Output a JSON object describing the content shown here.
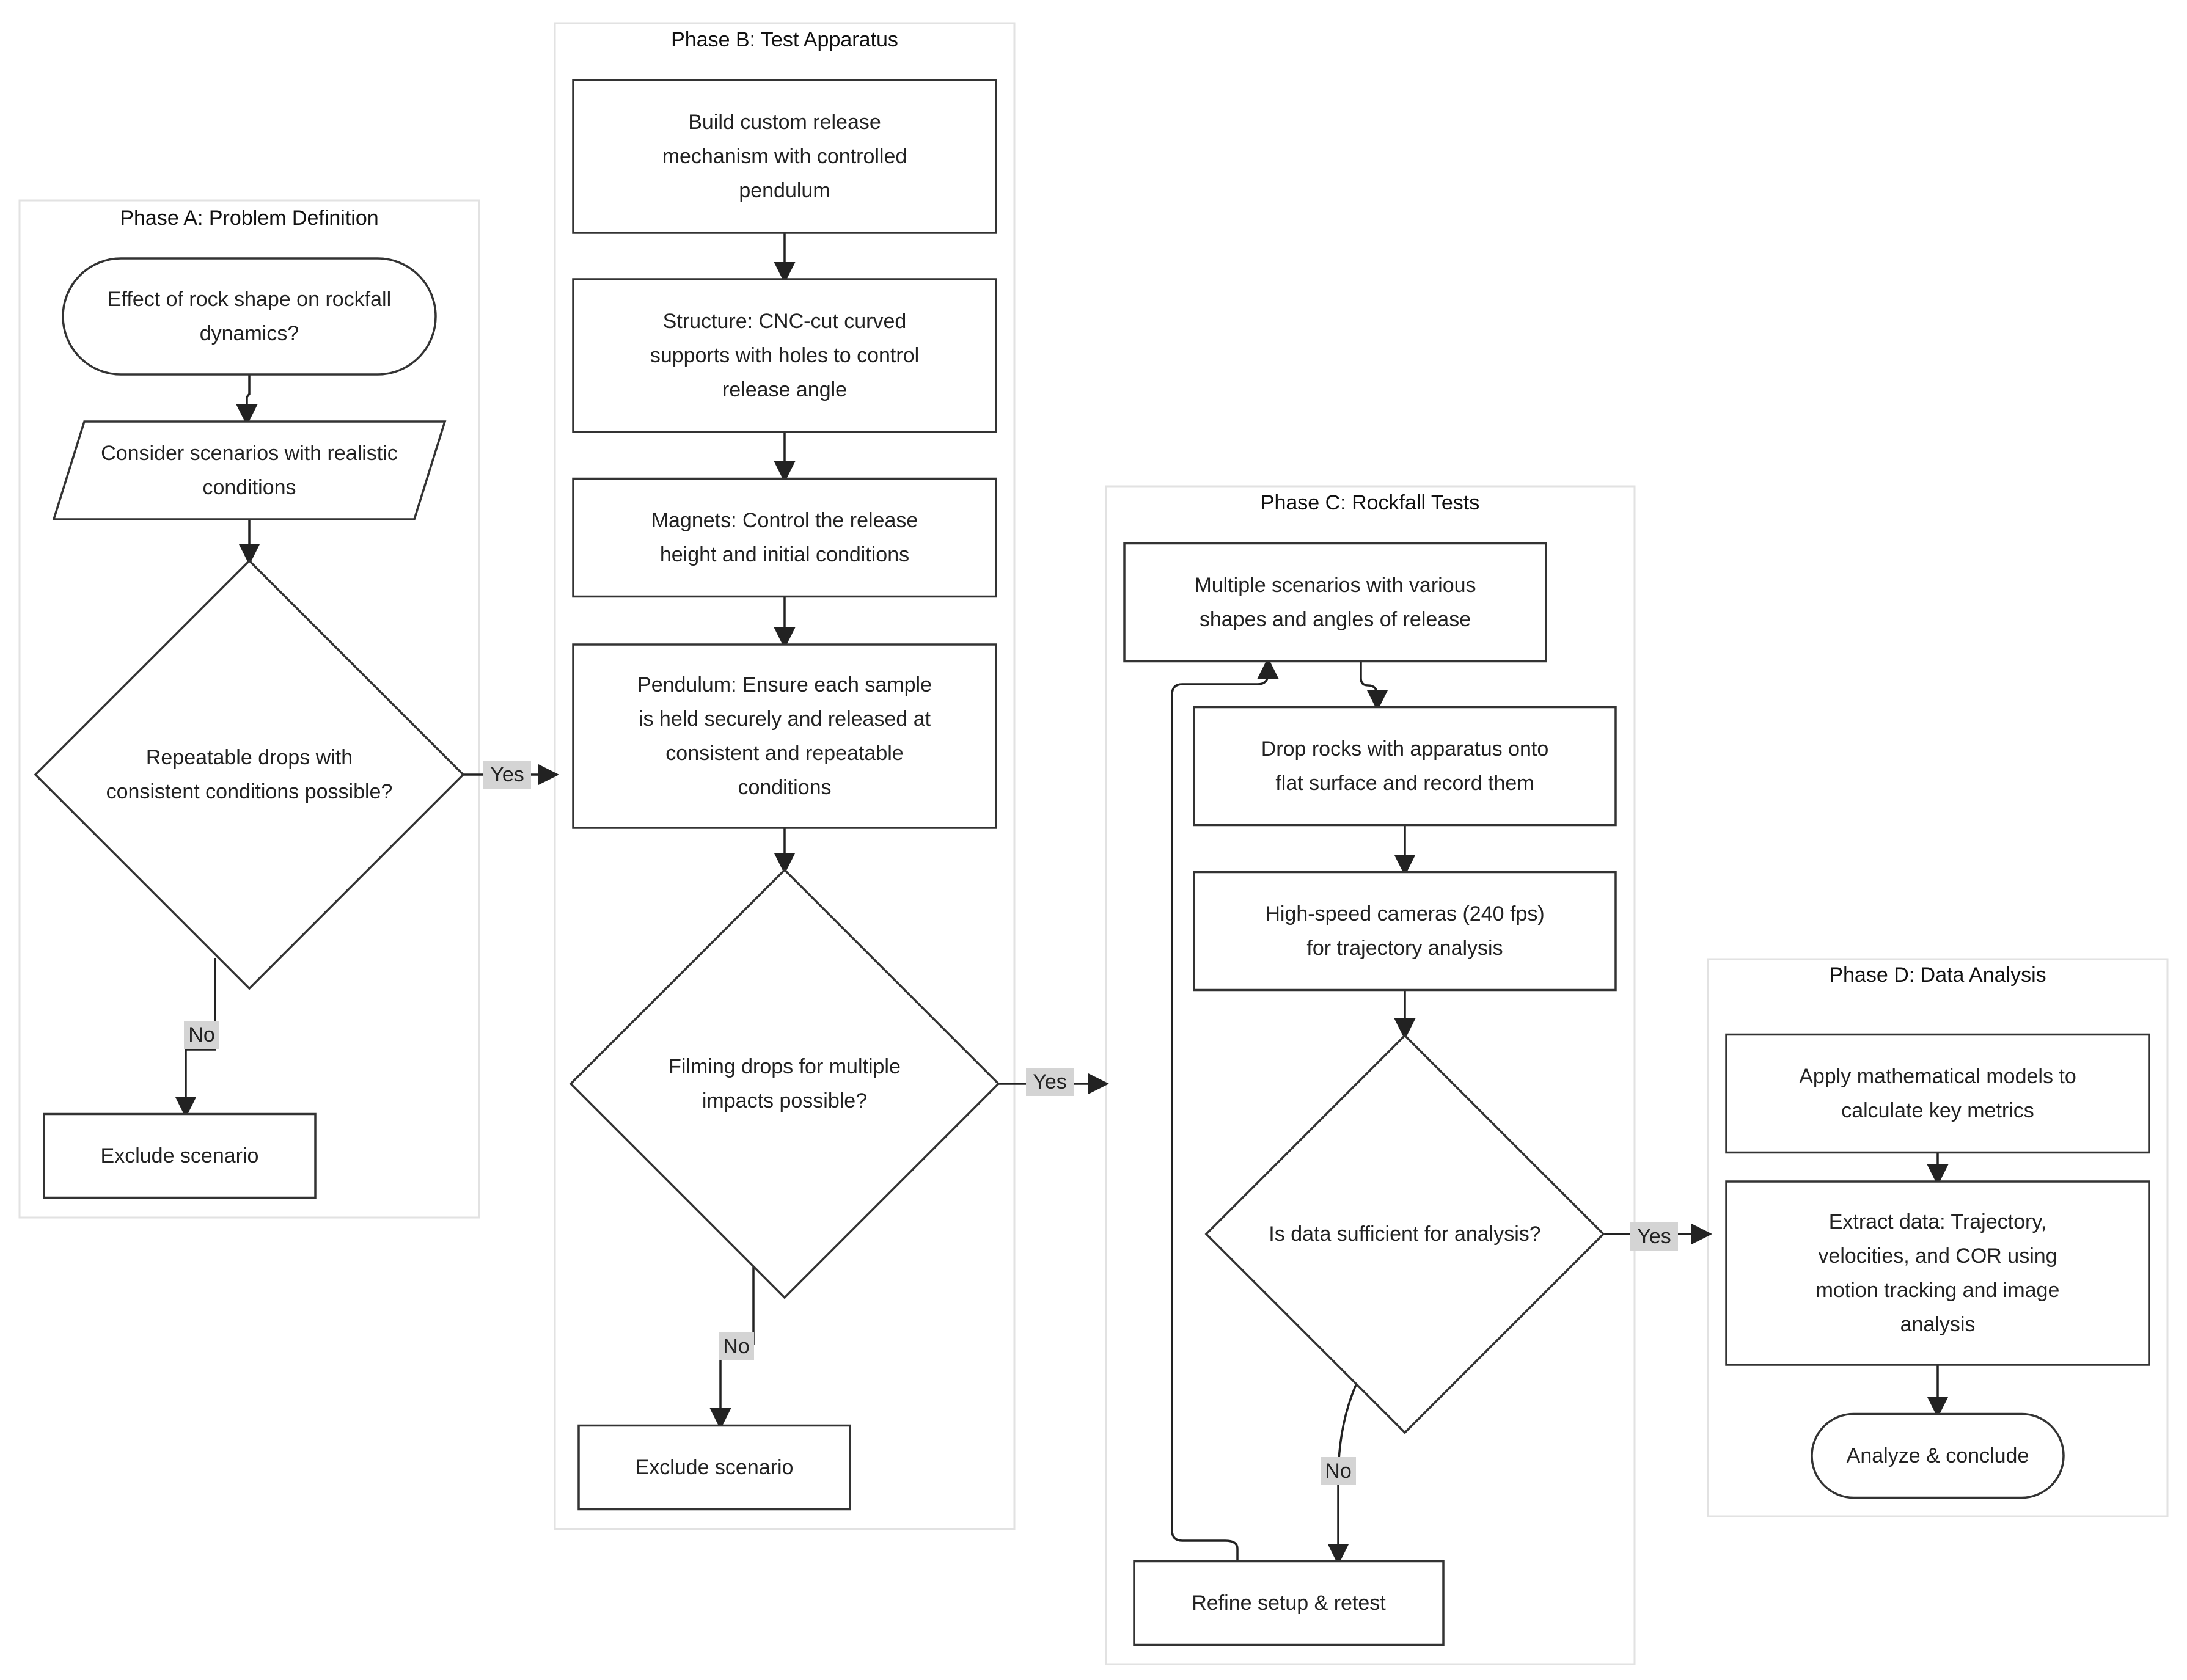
{
  "colors": {
    "background": "#ffffff",
    "cluster_border": "#e2e2e2",
    "node_border": "#333333",
    "edge": "#222222",
    "label_background": "#d4d4d4",
    "text": "#222222"
  },
  "phases": {
    "a": {
      "title": "Phase A: Problem Definition"
    },
    "b": {
      "title": "Phase B: Test Apparatus"
    },
    "c": {
      "title": "Phase C: Rockfall Tests"
    },
    "d": {
      "title": "Phase D: Data Analysis"
    }
  },
  "nodes": {
    "a_start": {
      "shape": "stadium",
      "lines": [
        "Effect of rock shape on rockfall",
        "dynamics?"
      ]
    },
    "a_scenarios": {
      "shape": "parallelogram",
      "lines": [
        "Consider scenarios with realistic",
        "conditions"
      ]
    },
    "a_decision": {
      "shape": "diamond",
      "lines": [
        "Repeatable drops with",
        "consistent conditions possible?"
      ]
    },
    "a_exclude": {
      "shape": "rect",
      "lines": [
        "Exclude scenario"
      ]
    },
    "b_release": {
      "shape": "rect",
      "lines": [
        "Build custom release",
        "mechanism with controlled",
        "pendulum"
      ]
    },
    "b_structure": {
      "shape": "rect",
      "lines": [
        "Structure: CNC-cut curved",
        "supports with holes to control",
        "release angle"
      ]
    },
    "b_magnets": {
      "shape": "rect",
      "lines": [
        "Magnets: Control the release",
        "height and initial conditions"
      ]
    },
    "b_pendulum": {
      "shape": "rect",
      "lines": [
        "Pendulum: Ensure each sample",
        "is held securely and released at",
        "consistent and repeatable",
        "conditions"
      ]
    },
    "b_decision": {
      "shape": "diamond",
      "lines": [
        "Filming drops for multiple",
        "impacts possible?"
      ]
    },
    "b_exclude": {
      "shape": "rect",
      "lines": [
        "Exclude scenario"
      ]
    },
    "c_multiple": {
      "shape": "rect",
      "lines": [
        "Multiple scenarios with various",
        "shapes and angles of release"
      ]
    },
    "c_drop": {
      "shape": "rect",
      "lines": [
        "Drop rocks with apparatus onto",
        "flat surface and record them"
      ]
    },
    "c_cameras": {
      "shape": "rect",
      "lines": [
        "High-speed cameras (240 fps)",
        "for trajectory analysis"
      ]
    },
    "c_decision": {
      "shape": "diamond",
      "lines": [
        "Is data sufficient for analysis?"
      ]
    },
    "c_refine": {
      "shape": "rect",
      "lines": [
        "Refine setup & retest"
      ]
    },
    "d_models": {
      "shape": "rect",
      "lines": [
        "Apply mathematical models to",
        "calculate key metrics"
      ]
    },
    "d_extract": {
      "shape": "rect",
      "lines": [
        "Extract data: Trajectory,",
        "velocities, and COR using",
        "motion tracking and image",
        "analysis"
      ]
    },
    "d_conclude": {
      "shape": "stadium",
      "lines": [
        "Analyze & conclude"
      ]
    }
  },
  "edges": [
    {
      "from": "a_start",
      "to": "a_scenarios",
      "label": ""
    },
    {
      "from": "a_scenarios",
      "to": "a_decision",
      "label": ""
    },
    {
      "from": "a_decision",
      "to": "b_release",
      "label": "Yes"
    },
    {
      "from": "a_decision",
      "to": "a_exclude",
      "label": "No"
    },
    {
      "from": "b_release",
      "to": "b_structure",
      "label": ""
    },
    {
      "from": "b_structure",
      "to": "b_magnets",
      "label": ""
    },
    {
      "from": "b_magnets",
      "to": "b_pendulum",
      "label": ""
    },
    {
      "from": "b_pendulum",
      "to": "b_decision",
      "label": ""
    },
    {
      "from": "b_decision",
      "to": "c_multiple",
      "label": "Yes"
    },
    {
      "from": "b_decision",
      "to": "b_exclude",
      "label": "No"
    },
    {
      "from": "c_multiple",
      "to": "c_drop",
      "label": ""
    },
    {
      "from": "c_drop",
      "to": "c_cameras",
      "label": ""
    },
    {
      "from": "c_cameras",
      "to": "c_decision",
      "label": ""
    },
    {
      "from": "c_decision",
      "to": "d_models",
      "label": "Yes"
    },
    {
      "from": "c_decision",
      "to": "c_refine",
      "label": "No"
    },
    {
      "from": "c_refine",
      "to": "c_multiple",
      "label": ""
    },
    {
      "from": "d_models",
      "to": "d_extract",
      "label": ""
    },
    {
      "from": "d_extract",
      "to": "d_conclude",
      "label": ""
    }
  ]
}
